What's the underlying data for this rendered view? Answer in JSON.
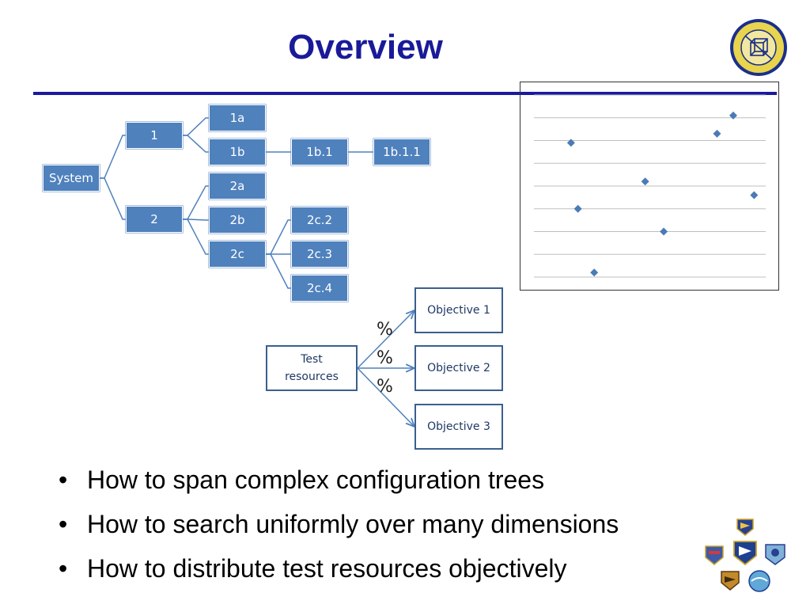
{
  "slide": {
    "title": "Overview",
    "colors": {
      "title": "#1a1a99",
      "rule": "#1a1aa0",
      "node_fill": "#4f81bd",
      "node_stroke": "#ffffff",
      "connector": "#4f81bd",
      "objective_border": "#3b5f8f",
      "arrow": "#4f81bd",
      "scatter_point": "#4a7bb7",
      "grid": "#bfbfbf"
    }
  },
  "tree": {
    "nodes": [
      {
        "id": "system",
        "label": "System"
      },
      {
        "id": "n1",
        "label": "1"
      },
      {
        "id": "n2",
        "label": "2"
      },
      {
        "id": "n1a",
        "label": "1a"
      },
      {
        "id": "n1b",
        "label": "1b"
      },
      {
        "id": "n1b1",
        "label": "1b.1"
      },
      {
        "id": "n1b11",
        "label": "1b.1.1"
      },
      {
        "id": "n2a",
        "label": "2a"
      },
      {
        "id": "n2b",
        "label": "2b"
      },
      {
        "id": "n2c",
        "label": "2c"
      },
      {
        "id": "n2c2",
        "label": "2c.2"
      },
      {
        "id": "n2c3",
        "label": "2c.3"
      },
      {
        "id": "n2c4",
        "label": "2c.4"
      }
    ],
    "edges": [
      [
        "system",
        "n1"
      ],
      [
        "system",
        "n2"
      ],
      [
        "n1",
        "n1a"
      ],
      [
        "n1",
        "n1b"
      ],
      [
        "n1b",
        "n1b1"
      ],
      [
        "n1b1",
        "n1b11"
      ],
      [
        "n2",
        "n2a"
      ],
      [
        "n2",
        "n2b"
      ],
      [
        "n2",
        "n2c"
      ],
      [
        "n2c",
        "n2c2"
      ],
      [
        "n2c",
        "n2c3"
      ],
      [
        "n2c",
        "n2c4"
      ]
    ]
  },
  "allocation": {
    "source_line1": "Test",
    "source_line2": "resources",
    "objectives": [
      "Objective 1",
      "Objective 2",
      "Objective 3"
    ],
    "percent_symbols": [
      "%",
      "%",
      "%"
    ]
  },
  "bullets": [
    "How to span complex configuration trees",
    "How to search uniformly over many dimensions",
    "How to distribute test resources objectively"
  ],
  "scatter": {
    "chart_data": {
      "type": "scatter",
      "title": "",
      "xlabel": "",
      "ylabel": "",
      "grid": true,
      "xlim": [
        0,
        10
      ],
      "ylim": [
        0,
        8
      ],
      "gridlines": 8,
      "points": [
        {
          "x": 1.6,
          "y": 5.9
        },
        {
          "x": 1.9,
          "y": 3.0
        },
        {
          "x": 2.6,
          "y": 0.2
        },
        {
          "x": 4.8,
          "y": 4.2
        },
        {
          "x": 5.6,
          "y": 2.0
        },
        {
          "x": 7.9,
          "y": 6.3
        },
        {
          "x": 8.6,
          "y": 7.1
        },
        {
          "x": 9.5,
          "y": 3.6
        }
      ]
    }
  },
  "decorations": {
    "seal_icon": "circular-seal-icon",
    "insignia_icon": "unit-insignia-cluster-icon"
  }
}
